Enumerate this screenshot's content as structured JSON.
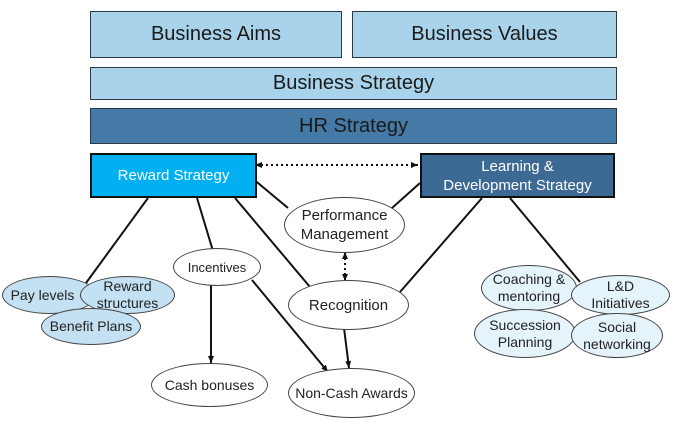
{
  "boxes": {
    "business_aims": "Business Aims",
    "business_values": "Business Values",
    "business_strategy": "Business Strategy",
    "hr_strategy": "HR Strategy",
    "reward_strategy": "Reward Strategy",
    "ld_strategy": "Learning & Development Strategy"
  },
  "nodes": {
    "performance_management": "Performance Management",
    "incentives": "Incentives",
    "recognition": "Recognition",
    "cash_bonuses": "Cash bonuses",
    "non_cash_awards": "Non-Cash Awards",
    "pay_levels": "Pay levels",
    "reward_structures": "Reward structures",
    "benefit_plans": "Benefit Plans",
    "coaching_mentoring": "Coaching & mentoring",
    "ld_initiatives": "L&D Initiatives",
    "succession_planning": "Succession Planning",
    "social_networking": "Social networking"
  },
  "colors": {
    "light_box": "#a9d3ea",
    "hr_box": "#4579a6",
    "reward_box": "#00b0f0",
    "ld_box": "#3c6a94"
  }
}
